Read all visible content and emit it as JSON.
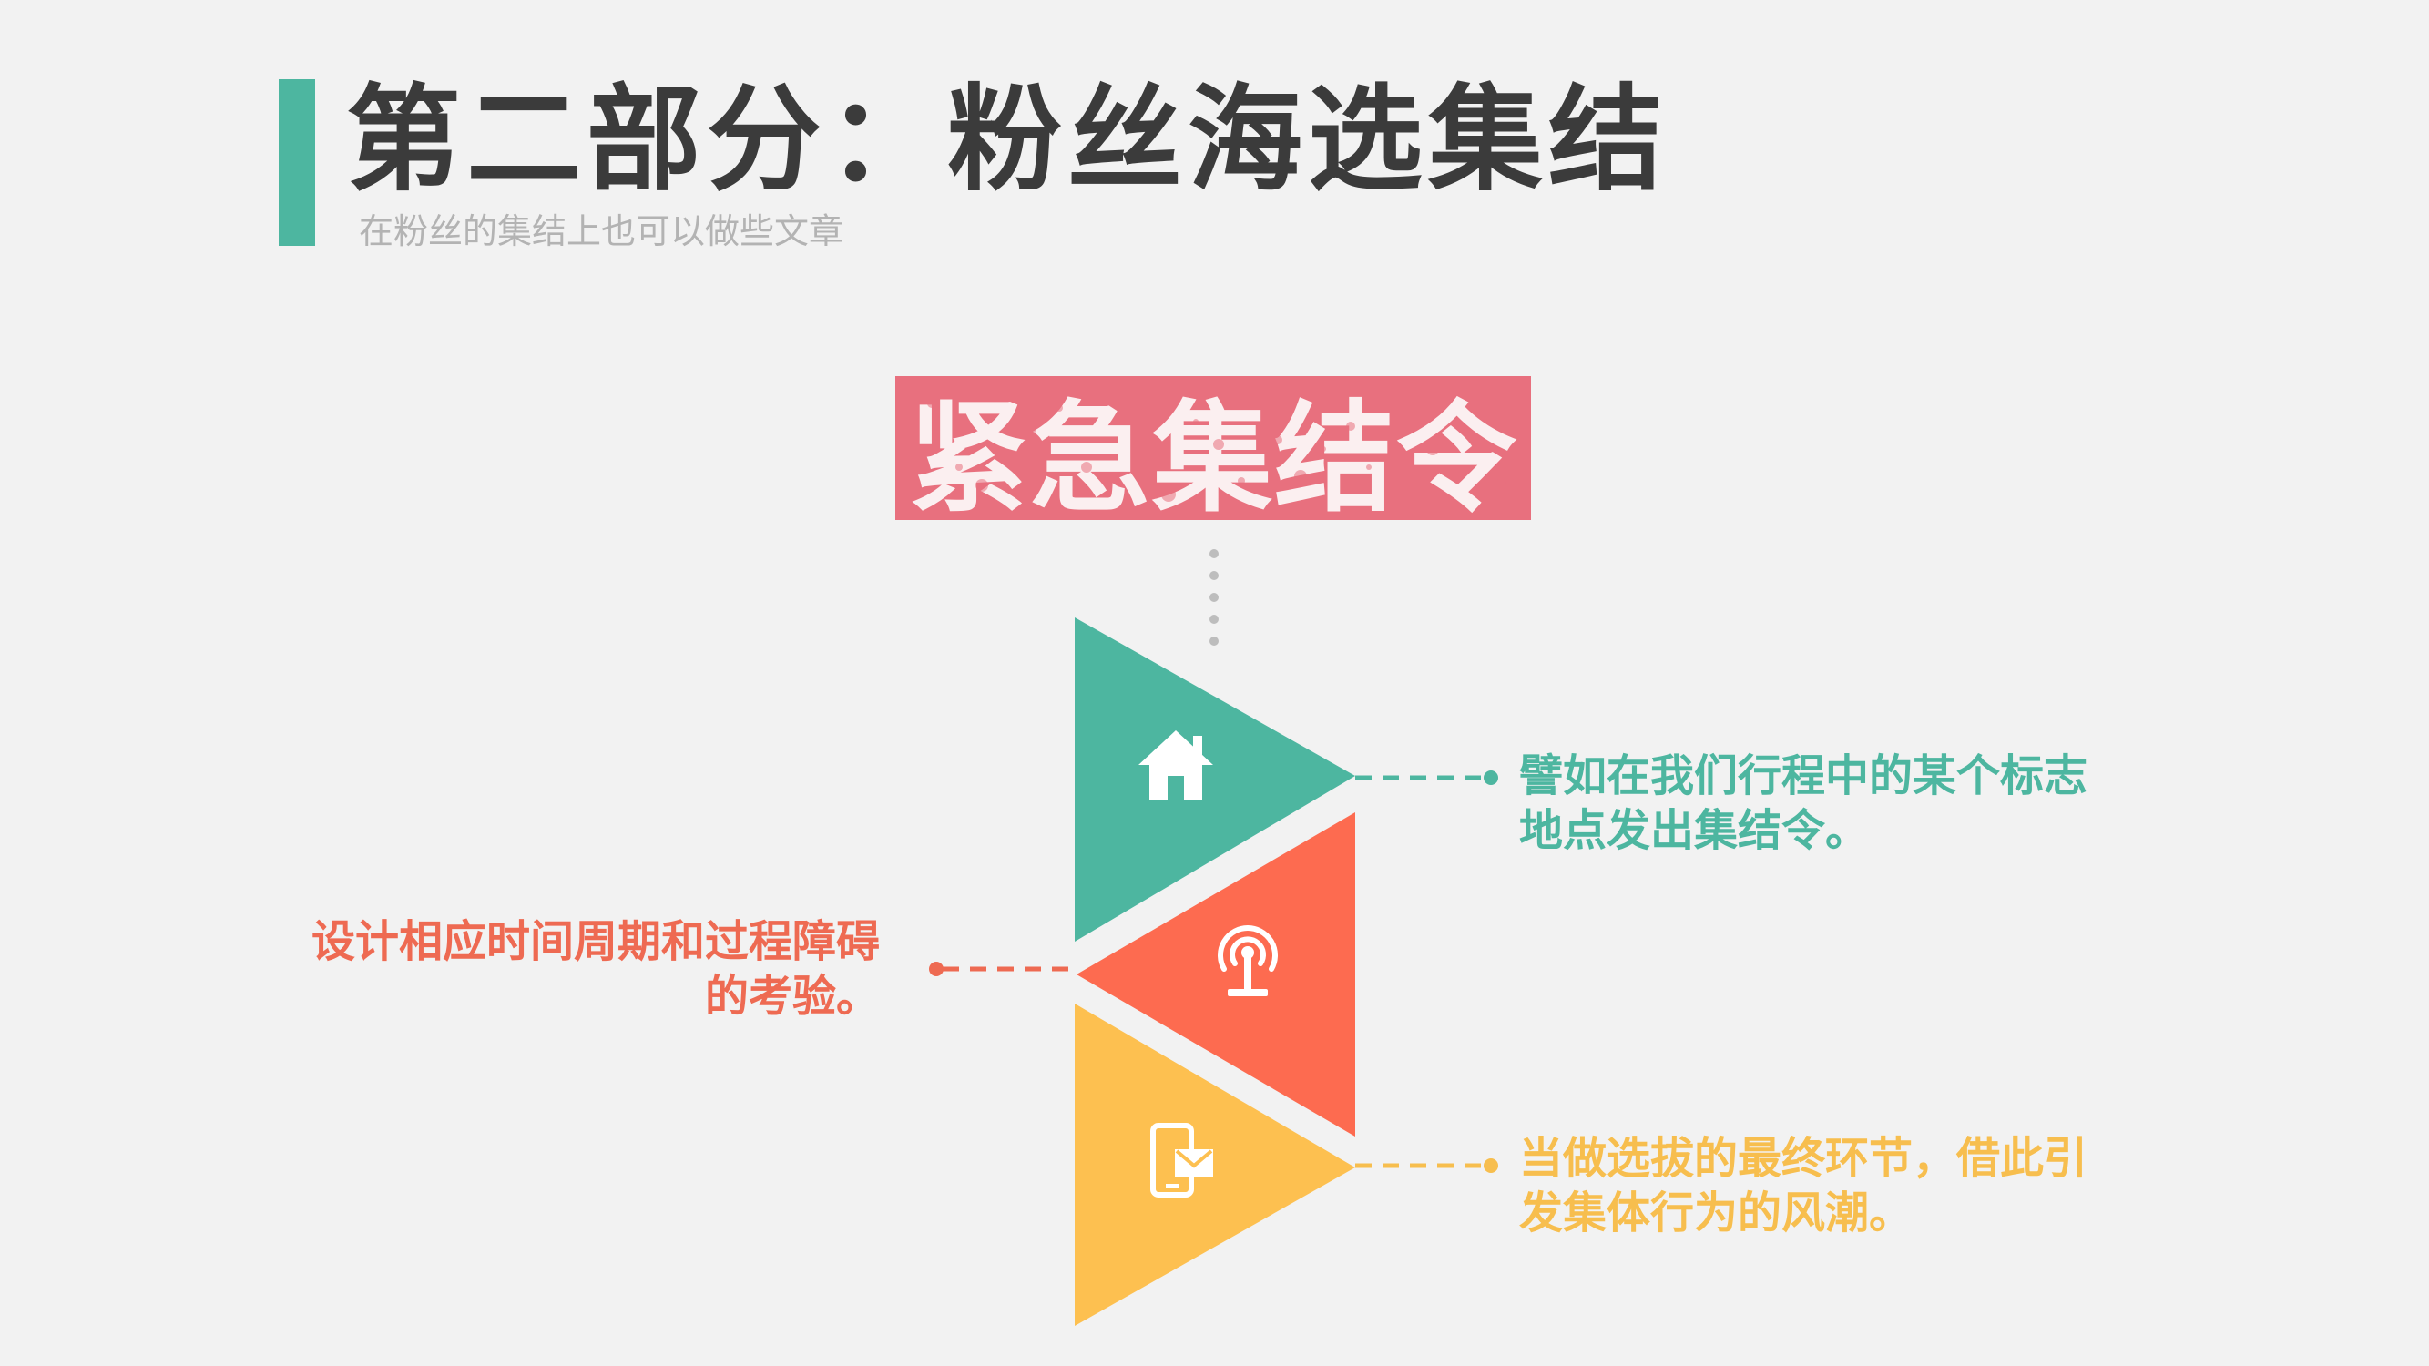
{
  "header": {
    "title": "第二部分：粉丝海选集结",
    "subtitle": "在粉丝的集结上也可以做些文章"
  },
  "badge": {
    "text": "紧急集结令"
  },
  "steps": [
    {
      "icon": "home-icon",
      "color": "#4db6a0",
      "text": "譬如在我们行程中的某个标志地点发出集结令。"
    },
    {
      "icon": "broadcast-icon",
      "color": "#fd6b50",
      "text": "设计相应时间周期和过程障碍的考验。"
    },
    {
      "icon": "mobile-message-icon",
      "color": "#fdc050",
      "text": "当做选拔的最终环节，借此引发集体行为的风潮。"
    }
  ],
  "colors": {
    "accent": "#4db6a0",
    "badge": "#e8707e",
    "background": "#f2f2f2"
  }
}
